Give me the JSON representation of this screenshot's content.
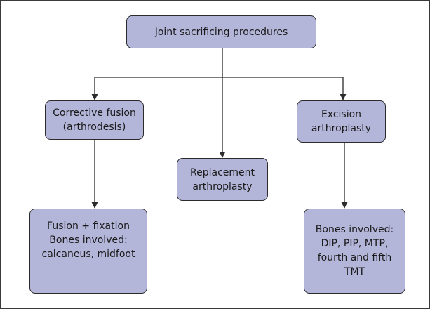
{
  "nodes": {
    "root": [
      "Joint sacrificing procedures"
    ],
    "corrective_fusion": [
      "Corrective fusion",
      "(arthrodesis)"
    ],
    "replacement": [
      "Replacement",
      "arthroplasty"
    ],
    "excision": [
      "Excision",
      "arthroplasty"
    ],
    "fusion_detail": [
      "Fusion + fixation",
      "Bones involved:",
      "calcaneus, midfoot"
    ],
    "excision_detail": [
      "Bones involved:",
      "DIP, PIP, MTP,",
      "fourth and fifth",
      "TMT"
    ]
  },
  "colors": {
    "node_fill": "#b3b5d9",
    "node_border": "#2b2b2b",
    "connector": "#2b2b2b"
  }
}
